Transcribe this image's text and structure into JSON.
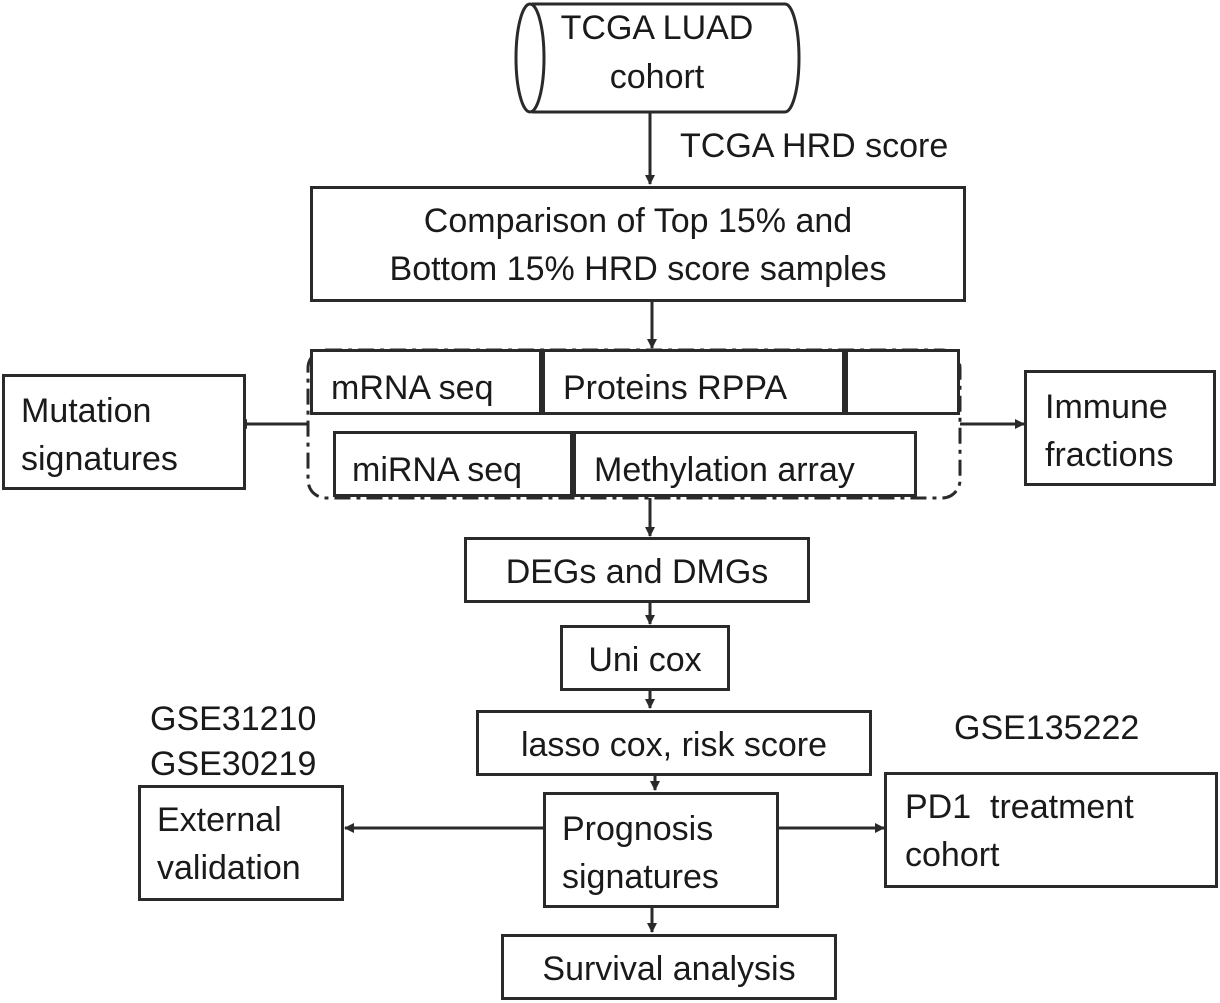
{
  "nodes": {
    "tcga_cohort": "TCGA LUAD\ncohort",
    "tcga_hrd_label": "TCGA HRD score",
    "comparison": "Comparison of Top 15% and\nBottom 15% HRD score samples",
    "mrna_seq": "mRNA seq",
    "proteins_rppa": "Proteins RPPA",
    "mirna_seq": "miRNA seq",
    "methylation_array": "Methylation array",
    "mutation_signatures": "Mutation\nsignatures",
    "immune_fractions": "Immune\nfractions",
    "degs_dmgs": "DEGs and DMGs",
    "uni_cox": "Uni cox",
    "lasso_cox": "lasso cox, risk score",
    "gse_external_1": "GSE31210",
    "gse_external_2": "GSE30219",
    "external_validation": "External\nvalidation",
    "prognosis_signatures": "Prognosis\nsignatures",
    "gse_pd1": "GSE135222",
    "pd1_cohort": "PD1  treatment\ncohort",
    "survival_analysis": "Survival analysis"
  }
}
